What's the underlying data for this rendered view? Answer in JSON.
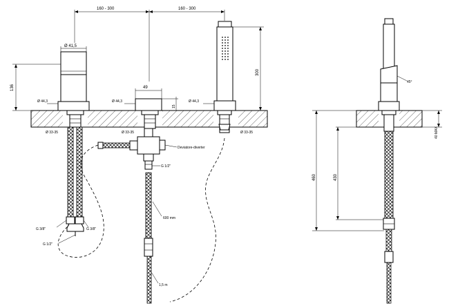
{
  "labels": {
    "dim_top_left": "160 - 300",
    "dim_top_right": "160 - 300",
    "mixer_width": "Ø 41,5",
    "mixer_height": "136",
    "spout_width": "49",
    "spout_height": "15",
    "shower_height": "300",
    "mixer_base": "Ø 44,3",
    "spout_base": "Ø 44,3",
    "shower_base": "Ø 44,3",
    "hole_left": "Ø 33-35",
    "hole_center": "Ø 33-35",
    "hole_right": "Ø 33-35",
    "diverter": "Deviatore-diverter",
    "diverter_thread": "G 1/2\"",
    "hose_length": "600 mm",
    "shower_hose": "1,5 m",
    "conn_left": "G 3/8\"",
    "conn_right": "G 3/8\"",
    "conn_bottom": "G 1/2\"",
    "side_shower_angle": "45°",
    "side_deck_max": "40 MAX",
    "side_dim_outer": "460",
    "side_dim_inner": "430"
  }
}
